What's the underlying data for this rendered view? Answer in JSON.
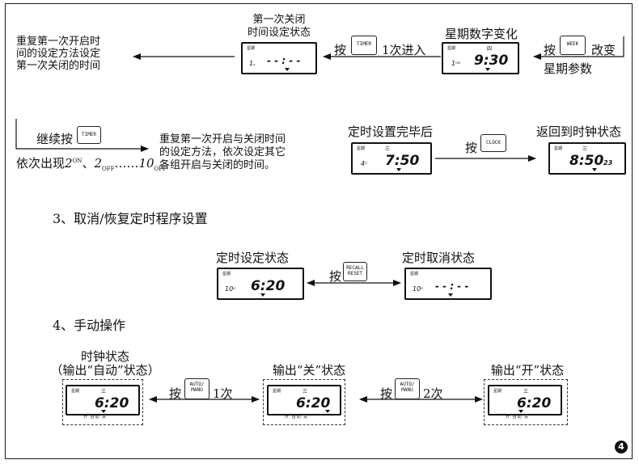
{
  "step1": {
    "left_note": [
      "重复第一次开启时",
      "间的设定方法设定",
      "第一次关闭的时间"
    ],
    "off_title": [
      "第一次关闭",
      "时间设定状态"
    ],
    "off_lcd": {
      "label": "星期",
      "num": "1",
      "num_suffix": "ₒ",
      "time": "- - : - -"
    },
    "press": "按",
    "timer_key": "TIMER",
    "enter": "1次进入",
    "week_title": "星期数字变化",
    "week_lcd": {
      "label": "星期",
      "day": "四",
      "num": "1",
      "num_suffix": "ᴼᴺ",
      "time": "9:30"
    },
    "week_key": "WEEK",
    "change": "改变",
    "week_param": "星期参数"
  },
  "step2": {
    "continue_press": "继续按",
    "timer_key": "TIMER",
    "sequence": {
      "prefix": "依次出现",
      "first": "2",
      "first_sup": "ON",
      "second": "2",
      "second_sub": "OFF",
      "dots": "……",
      "last": "10",
      "last_sub": "OFF"
    },
    "repeat_note": [
      "重复第一次开启与关闭时间",
      "的设定方法，依次设定其它",
      "各组开启与关闭的时间。"
    ],
    "done_title": "定时设置完毕后",
    "done_lcd": {
      "label": "星期",
      "day": "三",
      "num": "4",
      "num_suffix": "ᴼ",
      "time": "7:50"
    },
    "press": "按",
    "clock_key": "CLOCK",
    "return_title": "返回到时钟状态",
    "clock_lcd": {
      "label": "星期",
      "day": "三",
      "time": "8:50",
      "seconds": "23"
    }
  },
  "section3": {
    "heading": "3、取消/恢复定时程序设置",
    "set_title": "定时设定状态",
    "set_lcd": {
      "label": "星期",
      "num": "10",
      "num_suffix": "ᴼ",
      "time": "6:20"
    },
    "press": "按",
    "recall_key": [
      "RECALL",
      "RESET"
    ],
    "cancel_title": "定时取消状态",
    "cancel_lcd": {
      "label": "星期",
      "num": "10",
      "num_suffix": "ᴼ",
      "time": "- - : - -"
    }
  },
  "section4": {
    "heading": "4、手动操作",
    "clock_title": [
      "时钟状态",
      "（输出“自动”状态）"
    ],
    "auto_lcd": {
      "label": "星期",
      "day": "三",
      "time": "6:20"
    },
    "press1": "按",
    "auto_key": [
      "AUTO/",
      "MANU"
    ],
    "times1": "1次",
    "off_title": "输出“关”状态",
    "off_lcd": {
      "label": "星期",
      "day": "三",
      "time": "6:20"
    },
    "press2": "按",
    "times2": "2次",
    "on_title": "输出“开”状态",
    "on_lcd": {
      "label": "星期",
      "day": "三",
      "time": "6:20"
    },
    "legend": "开 自动 关"
  },
  "page_number": "4"
}
